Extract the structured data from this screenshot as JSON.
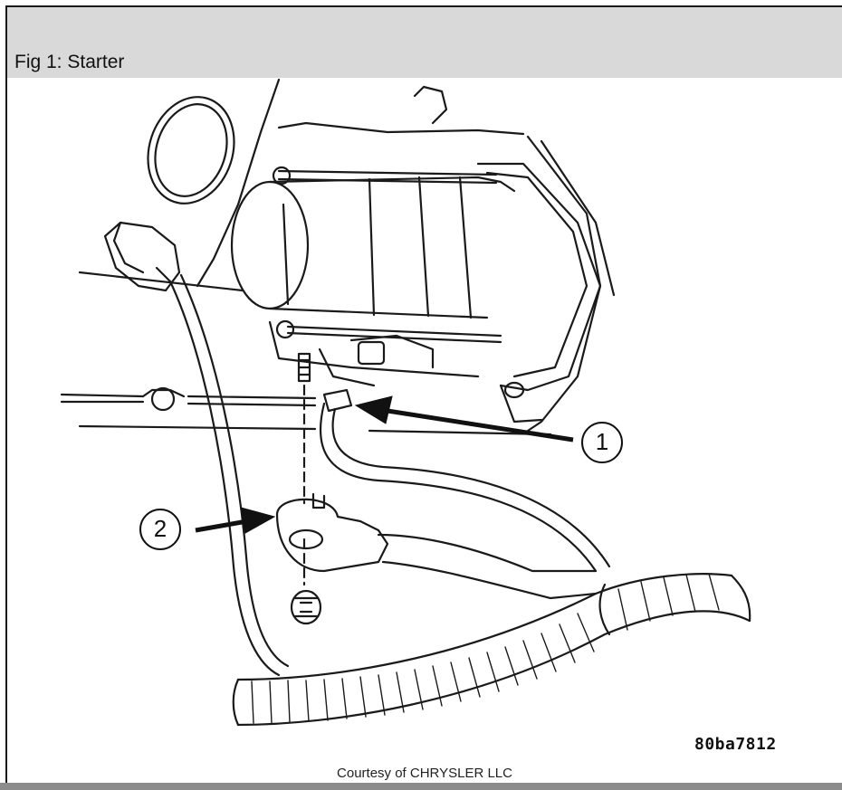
{
  "figure": {
    "title": "Fig 1: Starter",
    "diagram_code": "80ba7812",
    "credit": "Courtesy of CHRYSLER LLC"
  },
  "callouts": [
    {
      "label": "1"
    },
    {
      "label": "2"
    }
  ],
  "colors": {
    "title_bar": "#d9d9d9",
    "line_art": "#1a1a1a",
    "bottom_bar": "#8c8c8c"
  }
}
